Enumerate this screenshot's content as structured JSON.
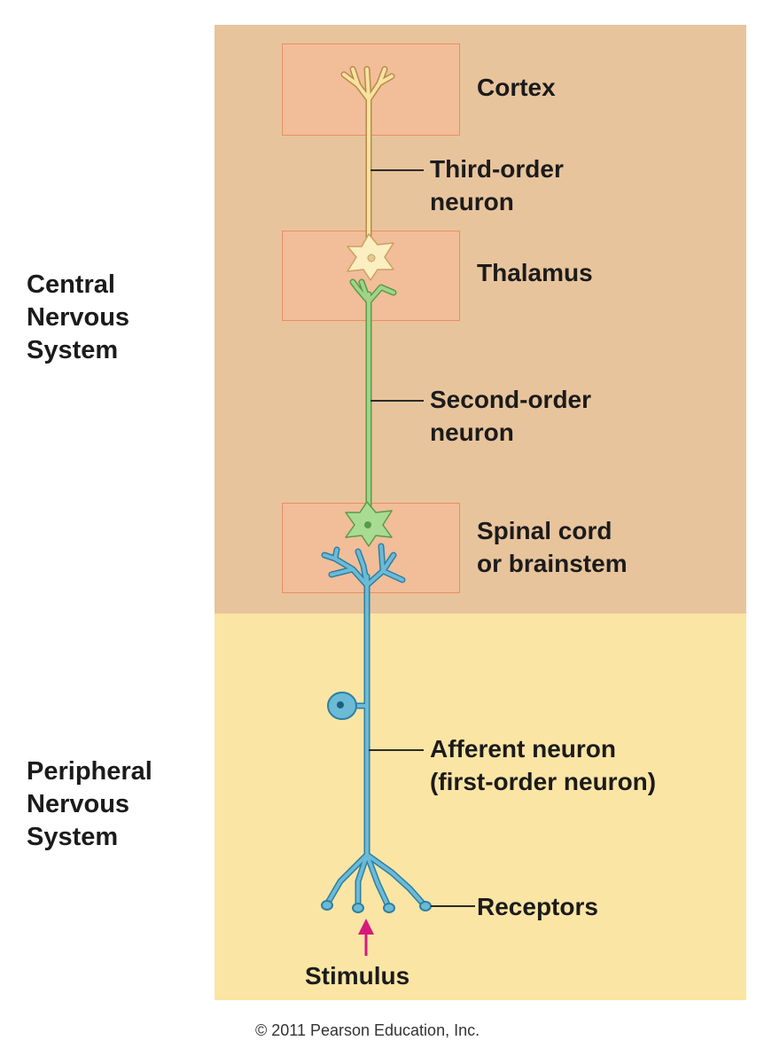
{
  "sections": {
    "cns": [
      "Central",
      "Nervous",
      "System"
    ],
    "pns": [
      "Peripheral",
      "Nervous",
      "System"
    ]
  },
  "labels": {
    "cortex": "Cortex",
    "third_order": [
      "Third-order",
      "neuron"
    ],
    "thalamus": "Thalamus",
    "second_order": [
      "Second-order",
      "neuron"
    ],
    "spinal": [
      "Spinal cord",
      "or brainstem"
    ],
    "afferent": [
      "Afferent neuron",
      "(first-order neuron)"
    ],
    "receptors": "Receptors",
    "stimulus": "Stimulus"
  },
  "copyright": "© 2011 Pearson Education, Inc.",
  "colors": {
    "cns_background": "#e8c49c",
    "pns_background": "#fbe5a4",
    "region_fill": "#f2bd99",
    "third_order_neuron": "#f9e2a0",
    "second_order_neuron": "#9fd58a",
    "first_order_neuron": "#6bbad6",
    "stimulus_arrow": "#d6197e"
  }
}
